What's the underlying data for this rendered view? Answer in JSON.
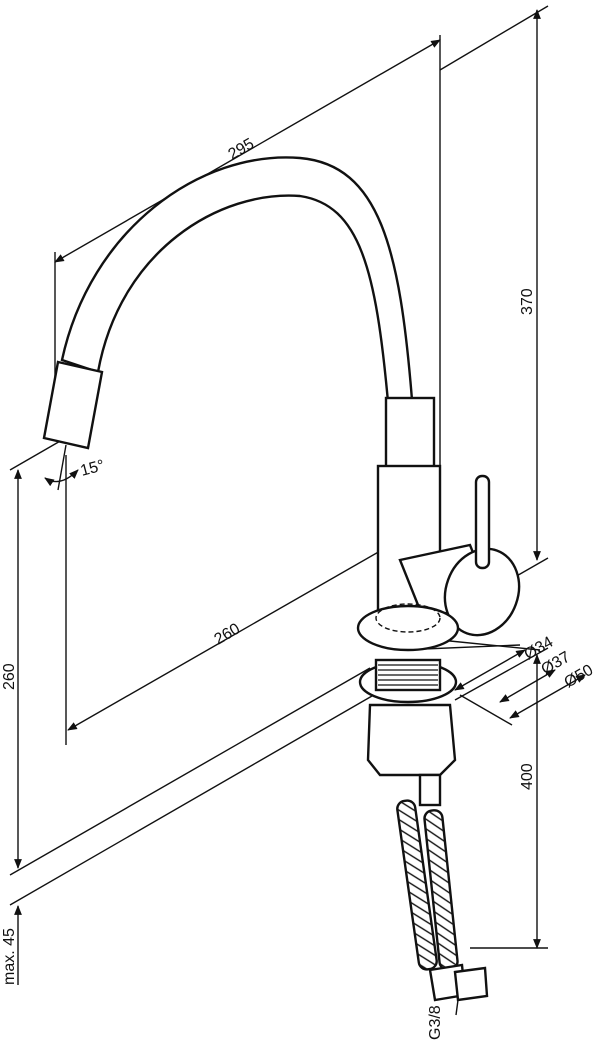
{
  "dimensions": {
    "spout_reach": "295",
    "total_height": "370",
    "spout_angle": "15°",
    "spout_to_base": "260",
    "spout_height": "260",
    "diameter_34": "Ø34",
    "diameter_37": "Ø37",
    "diameter_50": "Ø50",
    "hose_length": "400",
    "max_thickness": "max. 45",
    "thread": "G3/8"
  }
}
